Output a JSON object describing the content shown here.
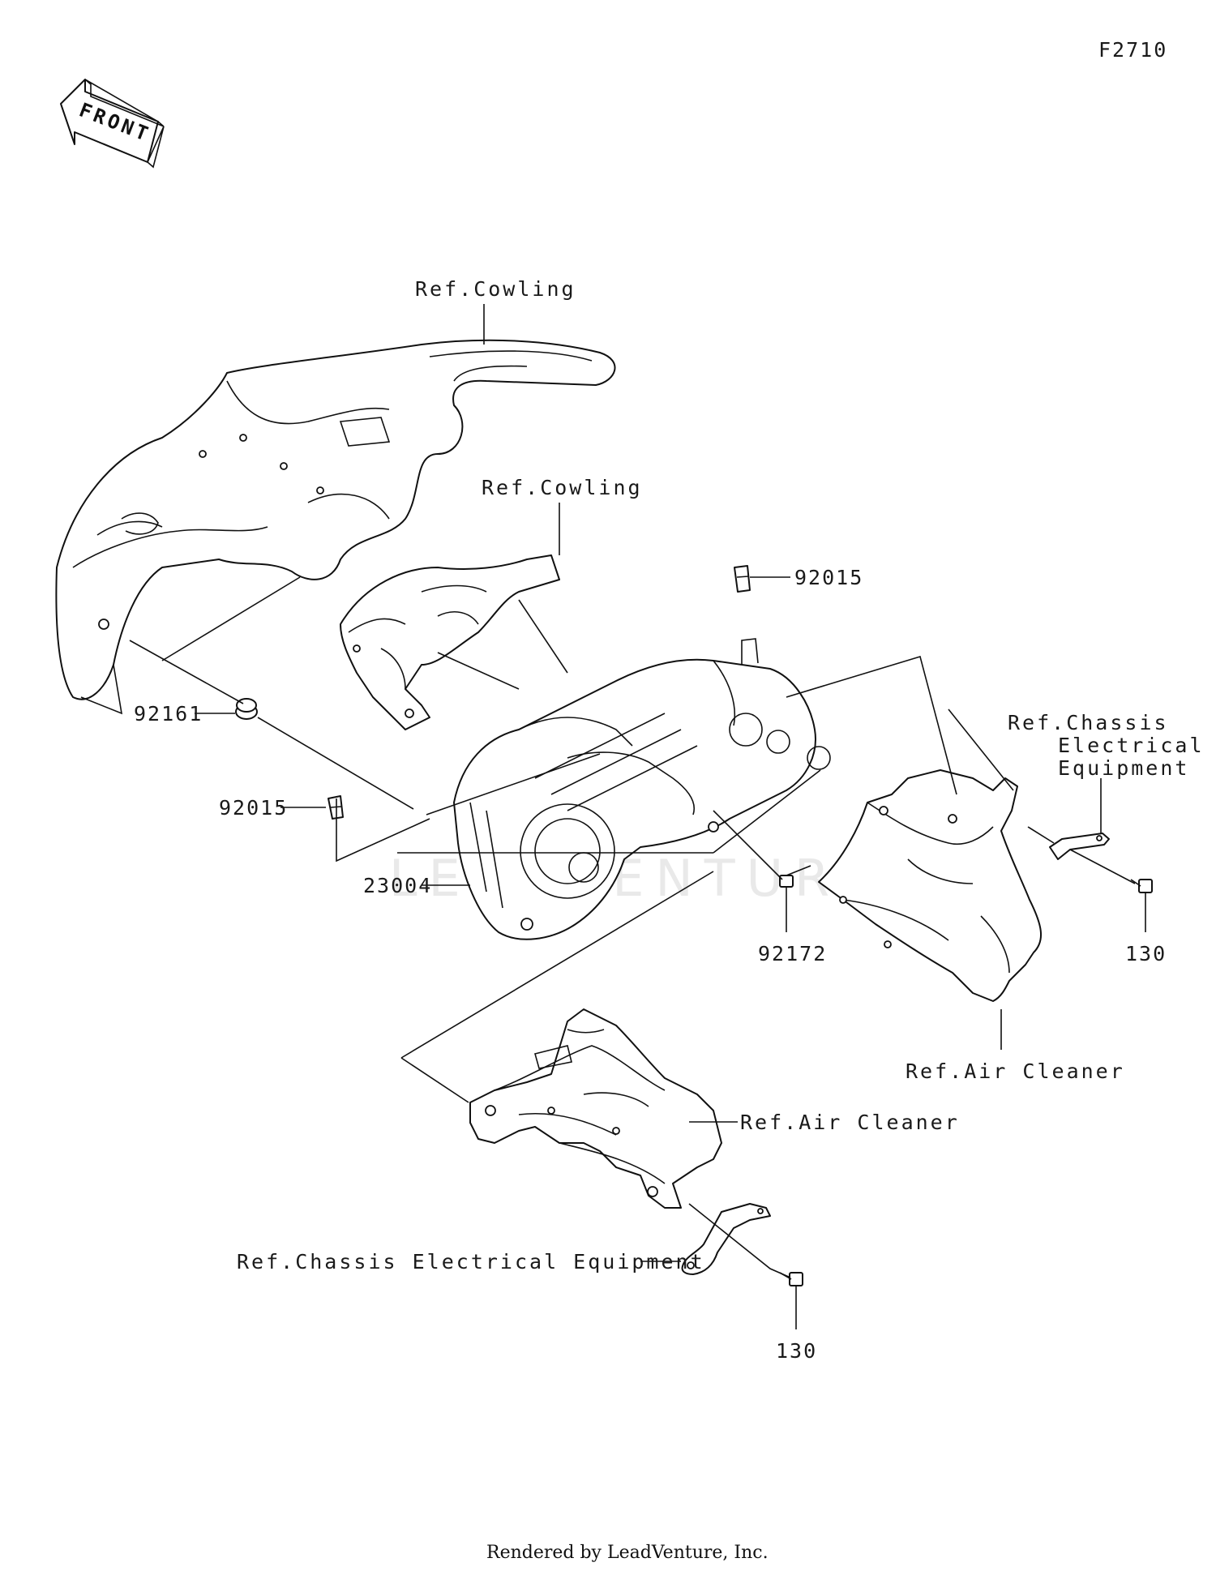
{
  "diagram": {
    "code": "F2710",
    "front_label": "FRONT",
    "watermark": "LEADVENTURE",
    "footer": "Rendered by LeadVenture, Inc."
  },
  "callouts": {
    "ref_cowling_upper": "Ref.Cowling",
    "ref_cowling_lower": "Ref.Cowling",
    "part_92015_top": "92015",
    "part_92161": "92161",
    "part_92015_left": "92015",
    "part_23004": "23004",
    "part_92172": "92172",
    "ref_chassis_line1": "Ref.Chassis",
    "ref_chassis_line2": "Electrical",
    "ref_chassis_line3": "Equipment",
    "part_130_right": "130",
    "ref_air_cleaner_right": "Ref.Air Cleaner",
    "ref_air_cleaner_bottom": "Ref.Air Cleaner",
    "ref_chassis_bottom": "Ref.Chassis Electrical Equipment",
    "part_130_bottom": "130"
  }
}
